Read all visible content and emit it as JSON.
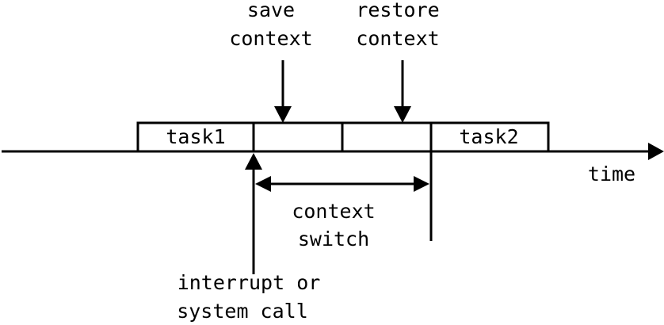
{
  "diagram": {
    "segments": {
      "task1": "task1",
      "task2": "task2"
    },
    "labels": {
      "save_context": [
        "save",
        "context"
      ],
      "restore_context": [
        "restore",
        "context"
      ],
      "context_switch": [
        "context",
        "switch"
      ],
      "interrupt": [
        "interrupt or",
        "system call"
      ],
      "time_axis": "time"
    }
  }
}
